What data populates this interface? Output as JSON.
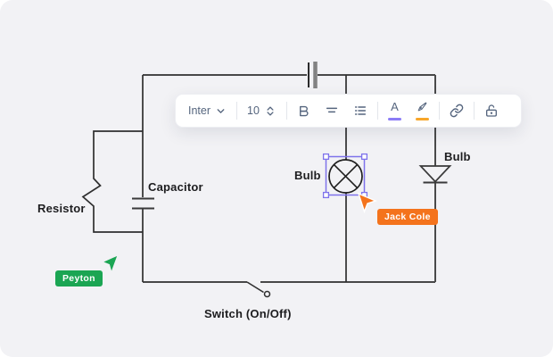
{
  "app": {
    "type": "collaborative-whiteboard",
    "page_background": "#FFFFFF",
    "canvas_background": "#F2F2F5"
  },
  "toolbar": {
    "font_select": {
      "value": "Inter"
    },
    "font_size": {
      "value": "10"
    },
    "text_color_letter": "A",
    "text_color_accent": "#8B7CF6",
    "highlight_accent": "#F7A62A",
    "icon_color": "#55657E",
    "icons": [
      "chevron-down-icon",
      "chevrons-up-down-icon",
      "bold-icon",
      "align-center-icon",
      "bullet-list-icon",
      "text-color-icon",
      "highlighter-icon",
      "link-icon",
      "unlock-icon"
    ]
  },
  "diagram": {
    "labels": {
      "resistor": "Resistor",
      "capacitor": "Capacitor",
      "bulb_center": "Bulb",
      "bulb_right": "Bulb",
      "switch": "Switch (On/Off)"
    },
    "selection_color": "#7E72EB",
    "wire_color": "#2F2F2F"
  },
  "collaborators": [
    {
      "name": "Peyton",
      "color": "#1BA553"
    },
    {
      "name": "Jack Cole",
      "color": "#F4731C"
    }
  ]
}
